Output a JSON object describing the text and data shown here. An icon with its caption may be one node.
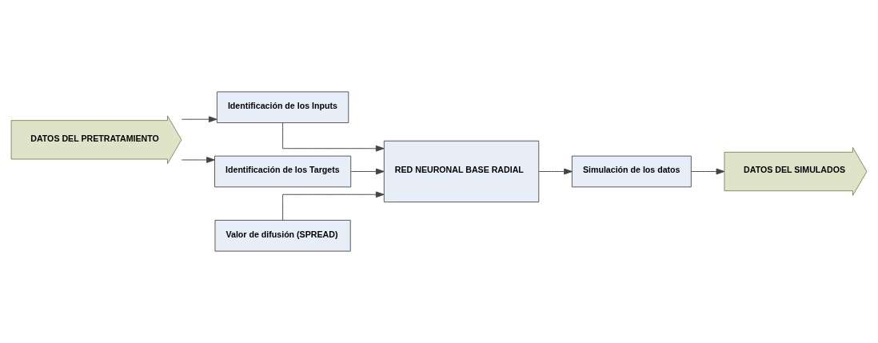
{
  "diagram": {
    "nodes": [
      {
        "text": [
          "DATOS DEL PRETRATAMIENTO"
        ]
      },
      {
        "text": [
          "Identificación de los Inputs"
        ]
      },
      {
        "text": [
          "Identificación de los Targets"
        ]
      },
      {
        "text": [
          "Valor de difusión (SPREAD)"
        ]
      },
      {
        "text": [
          "RED NEURONAL BASE RADIAL"
        ]
      },
      {
        "text": [
          "Simulación de los datos"
        ]
      },
      {
        "text": [
          "DATOS DEL SIMULADOS"
        ]
      }
    ],
    "edges": [
      {
        "from": 0,
        "to": 1,
        "arrow": "to"
      },
      {
        "from": 0,
        "to": 2,
        "arrow": "to"
      },
      {
        "from": 1,
        "to": 4,
        "arrow": "to"
      },
      {
        "from": 2,
        "to": 4,
        "arrow": "to"
      },
      {
        "from": 3,
        "to": 4,
        "arrow": "to"
      },
      {
        "from": 4,
        "to": 5,
        "arrow": "to"
      },
      {
        "from": 5,
        "to": 6,
        "arrow": "to"
      }
    ]
  }
}
